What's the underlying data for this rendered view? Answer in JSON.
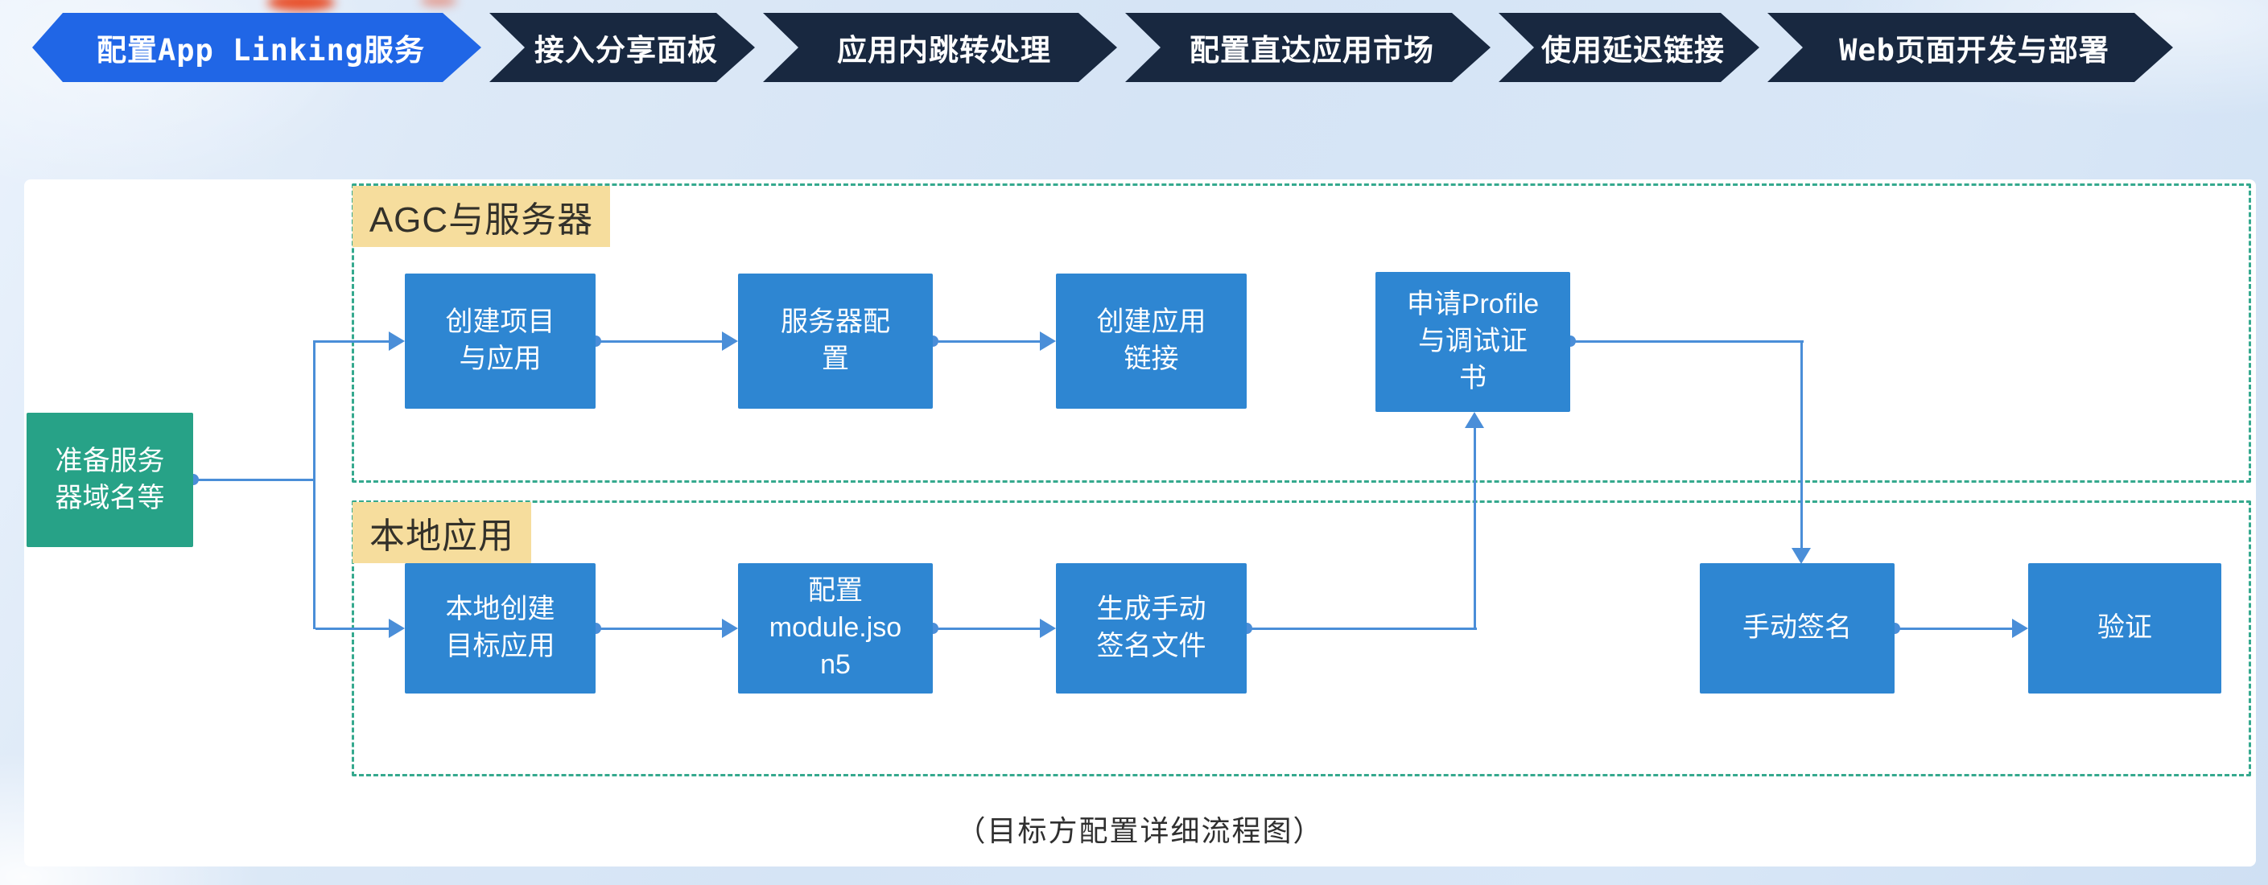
{
  "colors": {
    "page_bg": "#d9e6f6",
    "panel_bg": "#ffffff",
    "tab_active": "#2066e6",
    "tab_inactive": "#182840",
    "tab_text": "#ffffff",
    "node_bg": "#2e86d2",
    "node_text": "#ffffff",
    "start_bg": "#27a287",
    "group_label_bg": "#f6dd9d",
    "group_label_text": "#33312a",
    "dashed_border": "#35a98e",
    "connector": "#4a8ed8",
    "caption_text": "#2f2f2f",
    "marker_red": "#e84e28"
  },
  "steps_nav": {
    "items": [
      {
        "label": "配置App Linking服务",
        "active": true
      },
      {
        "label": "接入分享面板",
        "active": false
      },
      {
        "label": "应用内跳转处理",
        "active": false
      },
      {
        "label": "配置直达应用市场",
        "active": false
      },
      {
        "label": "使用延迟链接",
        "active": false
      },
      {
        "label": "Web页面开发与部署",
        "active": false
      }
    ]
  },
  "flow": {
    "groups": [
      {
        "label": "AGC与服务器"
      },
      {
        "label": "本地应用"
      }
    ],
    "start_node": {
      "label": "准备服务\n器域名等"
    },
    "nodes": [
      {
        "id": "create-project",
        "label": "创建项目\n与应用"
      },
      {
        "id": "server-config",
        "label": "服务器配\n置"
      },
      {
        "id": "create-app-link",
        "label": "创建应用\n链接"
      },
      {
        "id": "apply-profile",
        "label": "申请Profile\n与调试证\n书"
      },
      {
        "id": "local-create-app",
        "label": "本地创建\n目标应用"
      },
      {
        "id": "config-module-json5",
        "label": "配置\nmodule.jso\nn5"
      },
      {
        "id": "generate-sign-file",
        "label": "生成手动\n签名文件"
      },
      {
        "id": "manual-sign",
        "label": "手动签名"
      },
      {
        "id": "verify",
        "label": "验证"
      }
    ],
    "caption": "（目标方配置详细流程图）"
  }
}
